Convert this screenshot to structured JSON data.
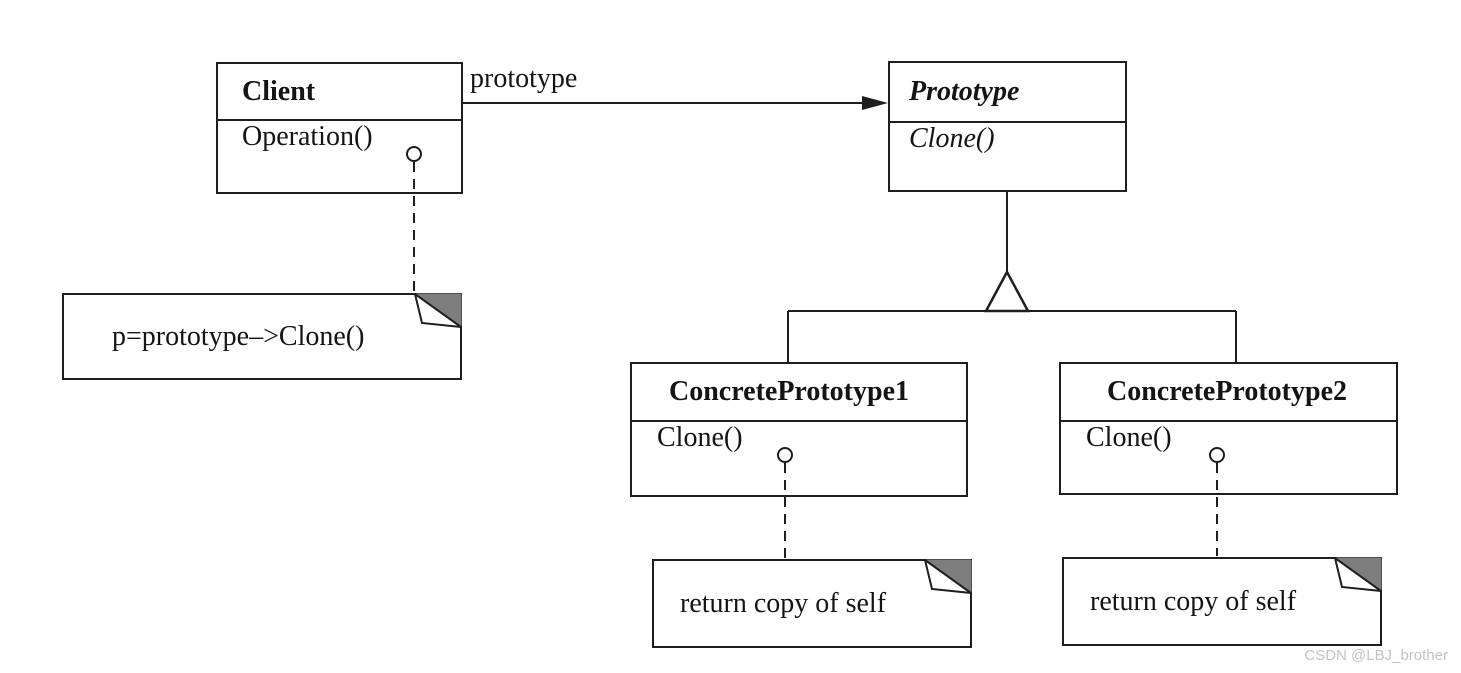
{
  "classes": {
    "client": {
      "name": "Client",
      "method": "Operation()"
    },
    "prototype": {
      "name": "Prototype",
      "method": "Clone()"
    },
    "concrete1": {
      "name": "ConcretePrototype1",
      "method": "Clone()"
    },
    "concrete2": {
      "name": "ConcretePrototype2",
      "method": "Clone()"
    }
  },
  "notes": {
    "client": "p=prototype–>Clone()",
    "concrete1": "return copy of self",
    "concrete2": "return copy of self"
  },
  "association_label": "prototype",
  "watermark": "CSDN @LBJ_brother",
  "colors": {
    "line": "#1e1e1e",
    "fold_fill": "#7d7d7d",
    "watermark": "#c2c3c7",
    "background": "#ffffff"
  },
  "relationships": [
    {
      "type": "association",
      "from": "Client",
      "to": "Prototype",
      "label": "prototype"
    },
    {
      "type": "inheritance",
      "from": "ConcretePrototype1",
      "to": "Prototype"
    },
    {
      "type": "inheritance",
      "from": "ConcretePrototype2",
      "to": "Prototype"
    },
    {
      "type": "note-attachment",
      "from": "Client.Operation()",
      "note": "p=prototype–>Clone()"
    },
    {
      "type": "note-attachment",
      "from": "ConcretePrototype1.Clone()",
      "note": "return copy of self"
    },
    {
      "type": "note-attachment",
      "from": "ConcretePrototype2.Clone()",
      "note": "return copy of self"
    }
  ]
}
